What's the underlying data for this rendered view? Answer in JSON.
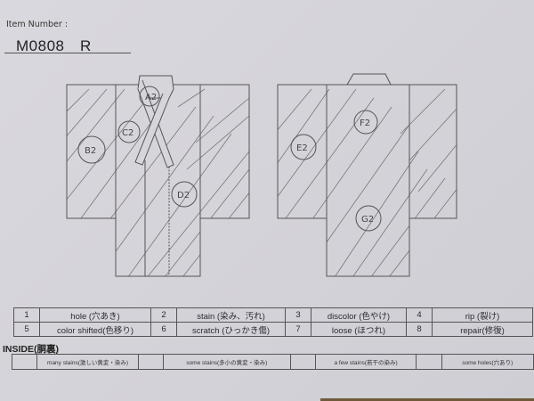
{
  "header": {
    "item_number_label": "Item Number :",
    "item_number_value": "M0808　R"
  },
  "diagram": {
    "front_labels": [
      "A2",
      "B2",
      "C2",
      "D2"
    ],
    "back_labels": [
      "E2",
      "F2",
      "G2"
    ]
  },
  "legend": {
    "rows": [
      [
        {
          "num": "1",
          "label": "hole (穴あき)"
        },
        {
          "num": "2",
          "label": "stain (染み、汚れ)"
        },
        {
          "num": "3",
          "label": "discolor (色やけ)"
        },
        {
          "num": "4",
          "label": "rip (裂け)"
        }
      ],
      [
        {
          "num": "5",
          "label": "color shifted(色移り)"
        },
        {
          "num": "6",
          "label": "scratch (ひっかき傷)"
        },
        {
          "num": "7",
          "label": "loose (ほつれ)"
        },
        {
          "num": "8",
          "label": "repair(修復)"
        }
      ]
    ]
  },
  "inside": {
    "title": "INSIDE(胴裏)",
    "options": [
      {
        "label": "many stains(激しい黄変・染み)"
      },
      {
        "label": "some stains(多小の黄変・染み)"
      },
      {
        "label": "a few stains(若干の染み)"
      },
      {
        "label": "some holes(穴あり)"
      }
    ]
  }
}
